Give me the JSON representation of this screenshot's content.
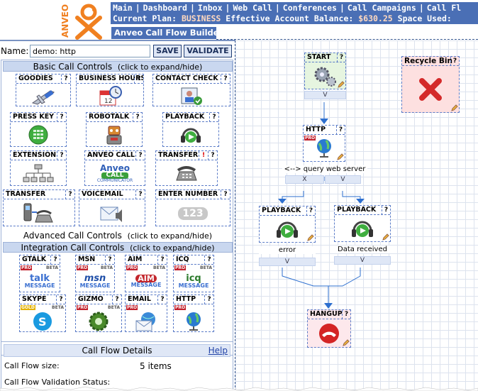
{
  "header": {
    "logo_text": "ANVEO",
    "nav_items": [
      "Main",
      "Dashboard",
      "Inbox",
      "Web Call",
      "Conferences",
      "Call Campaigns",
      "Call Fl"
    ],
    "plan_label": "Current Plan:",
    "plan_value": "BUSINESS",
    "balance_label": "Effective Account Balance:",
    "balance_value": "$630.25",
    "space_label": "Space Used:",
    "builder_title": "Anveo Call Flow Builder"
  },
  "form": {
    "name_label": "Name:",
    "name_value": "demo: http",
    "save_label": "SAVE",
    "validate_label": "VALIDATE"
  },
  "sections": {
    "basic_title": "Basic Call Controls",
    "basic_hint": "(click to expand/hide)",
    "advanced_title": "Advanced Call Controls",
    "advanced_hint": "(click to expand/hide)",
    "integration_title": "Integration Call Controls",
    "integration_hint": "(click to expand/hide)"
  },
  "basic_controls": [
    {
      "label": "GOODIES",
      "icon": "swiss-knife-icon",
      "help": "?"
    },
    {
      "label": "BUSINESS HOURS",
      "icon": "calendar-clock-icon",
      "help": "?"
    },
    {
      "label": "CONTACT CHECK",
      "icon": "contact-card-icon",
      "help": "?"
    },
    {
      "label": "PRESS KEY",
      "icon": "keypad-icon",
      "help": "?"
    },
    {
      "label": "ROBOTALK",
      "icon": "robot-icon",
      "help": "?"
    },
    {
      "label": "PLAYBACK",
      "icon": "headphones-play-icon",
      "help": "?"
    },
    {
      "label": "EXTENSION",
      "icon": "extension-tree-icon",
      "help": "?"
    },
    {
      "label": "ANVEO CALL",
      "icon": "anveo-call-icon",
      "help": "?",
      "icon_text": "Anveo",
      "icon_text2": "CALL",
      "icon_text3": "COMMUNICATOR"
    },
    {
      "label": "TRANSFER",
      "icon": "desk-phone-icon",
      "help": "?",
      "warn": "!"
    },
    {
      "label": "TRANSFER",
      "icon": "phones-transfer-icon",
      "help": "?"
    },
    {
      "label": "VOICEMAIL",
      "icon": "voicemail-envelope-icon",
      "help": "?"
    },
    {
      "label": "ENTER NUMBER",
      "icon": "number-entry-icon",
      "help": "?",
      "icon_text": "123"
    }
  ],
  "integration_controls": [
    {
      "label": "GTALK",
      "icon": "gtalk-icon",
      "help": "?",
      "badge": "PRO",
      "beta": "BETA",
      "icon_text": "talk",
      "icon_sub": "MESSAGE"
    },
    {
      "label": "MSN",
      "icon": "msn-icon",
      "help": "?",
      "badge": "PRO",
      "beta": "BETA",
      "icon_text": "msn",
      "icon_sub": "MESSAGE"
    },
    {
      "label": "AIM",
      "icon": "aim-icon",
      "help": "?",
      "badge": "PRO",
      "beta": "BETA",
      "icon_text": "AIM",
      "icon_sub": "MESSAGE"
    },
    {
      "label": "ICQ",
      "icon": "icq-icon",
      "help": "?",
      "badge": "PRO",
      "beta": "BETA",
      "icon_text": "icq",
      "icon_sub": "MESSAGE"
    },
    {
      "label": "SKYPE",
      "icon": "skype-icon",
      "help": "?",
      "badge": "GOLD",
      "beta": "BETA"
    },
    {
      "label": "GIZMO",
      "icon": "gizmo-gear-icon",
      "help": "?",
      "badge": "PRO",
      "beta": "BETA"
    },
    {
      "label": "EMAIL",
      "icon": "email-globe-icon",
      "help": "?",
      "badge": "PRO"
    },
    {
      "label": "HTTP",
      "icon": "globe-icon",
      "help": "?",
      "badge": "PRO"
    }
  ],
  "details": {
    "title": "Call Flow Details",
    "help_link": "Help",
    "size_label": "Call Flow size:",
    "size_value": "5 items",
    "validation_label": "Call Flow Validation Status:"
  },
  "flow": {
    "start": {
      "label": "START",
      "help": "?",
      "port": "V"
    },
    "http": {
      "label": "HTTP",
      "help": "?",
      "badge": "PRO",
      "caption": "<--> query web server",
      "port_left": "X",
      "port_right": "V"
    },
    "playback_error": {
      "label": "PLAYBACK",
      "help": "?",
      "caption": "error",
      "port": "V"
    },
    "playback_ok": {
      "label": "PLAYBACK",
      "help": "?",
      "caption": "Data received",
      "port": "V"
    },
    "hangup": {
      "label": "HANGUP",
      "help": "?"
    },
    "recycle_bin": {
      "label": "Recycle Bin",
      "help": "?"
    }
  },
  "colors": {
    "nav_bg": "#4a6fb5",
    "section_bg": "#c9d7ef",
    "start_bg": "#e6f5e0",
    "recycle_bg": "#fde0e0",
    "hangup_bg": "#fde8ec",
    "flow_line": "#2d6fcf"
  }
}
